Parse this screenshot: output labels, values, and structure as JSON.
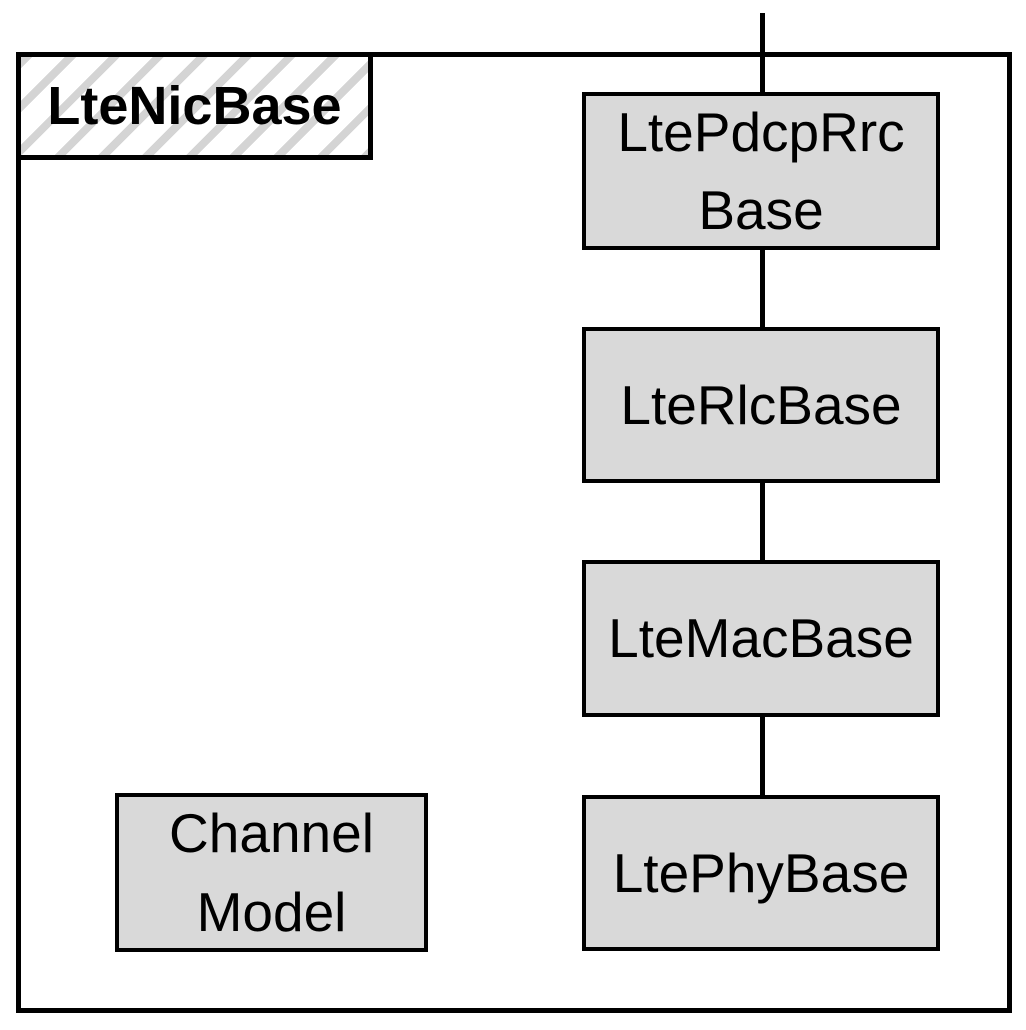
{
  "diagram": {
    "title": "LteNicBase",
    "container": {
      "label": "LteNicBase",
      "style": "hatched-title-block"
    },
    "nodes": {
      "pdcp": {
        "line1": "LtePdcpRrc",
        "line2": "Base",
        "full_label": "LtePdcpRrcBase"
      },
      "rlc": {
        "label": "LteRlcBase"
      },
      "mac": {
        "label": "LteMacBase"
      },
      "phy": {
        "label": "LtePhyBase"
      },
      "channel": {
        "line1": "Channel",
        "line2": "Model",
        "full_label": "Channel Model"
      }
    },
    "edges": [
      {
        "from": "external-top",
        "to": "LtePdcpRrcBase"
      },
      {
        "from": "LtePdcpRrcBase",
        "to": "LteRlcBase"
      },
      {
        "from": "LteRlcBase",
        "to": "LteMacBase"
      },
      {
        "from": "LteMacBase",
        "to": "LtePhyBase"
      }
    ],
    "colors": {
      "node_fill": "#d9d9d9",
      "border": "#000000",
      "hatch": "#d4d4d4",
      "background": "#ffffff"
    }
  }
}
